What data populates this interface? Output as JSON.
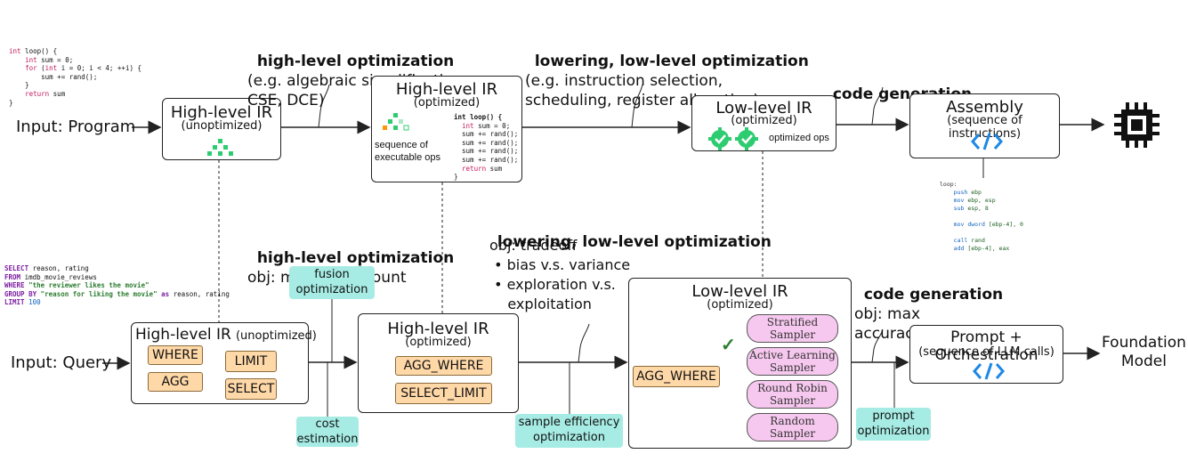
{
  "top": {
    "input_label": "Input: Program",
    "code_lines": [
      [
        "int loop() {"
      ],
      [
        "    int sum = 0;"
      ],
      [
        "    for (int i = 0; i < 4; ++i) {"
      ],
      [
        "        sum += rand();"
      ],
      [
        "    }"
      ],
      [
        "    return sum"
      ],
      [
        "}"
      ]
    ],
    "hl_unopt": {
      "title": "High-level IR",
      "sub": "(unoptimized)"
    },
    "anno1": {
      "title": "high-level optimization",
      "lines": "(e.g. algebraic simplification,\nCSE, DCE)"
    },
    "hl_opt": {
      "title": "High-level IR",
      "sub": "(optimized)",
      "ops_label": "sequence of\nexecutable ops",
      "code": "int loop() {\n  int sum = 0;\n  sum += rand();\n  sum += rand();\n  sum += rand();\n  sum += rand();\n  return sum\n}"
    },
    "anno2": {
      "title": "lowering, low-level optimization",
      "lines": "(e.g. instruction selection,\nscheduling, register allocation)"
    },
    "ll_opt": {
      "title": "Low-level IR",
      "sub": "(optimized)",
      "ops_label": "optimized ops"
    },
    "anno3": {
      "title": "code generation"
    },
    "assembly": {
      "title": "Assembly",
      "sub": "(sequence of instructions)"
    },
    "asm_code": "loop:\n    push ebp\n    mov ebp, esp\n    sub esp, 8\n\n    mov dword [ebp-4], 0\n\n    call rand\n    add [ebp-4], eax"
  },
  "bottom": {
    "input_label": "Input: Query",
    "sql": {
      "l1_kw": "SELECT",
      "l1": " reason, rating",
      "l2_kw": "FROM",
      "l2": " imdb_movie_reviews",
      "l3_kw": "WHERE",
      "l3": " \"the reviewer likes the movie\"",
      "l4_kw": "GROUP BY",
      "l4": " \"reason for liking the movie\"",
      "l4_as": " as",
      "l4_end": " reason, rating",
      "l5_kw": "LIMIT",
      "l5": " 100"
    },
    "anno1": {
      "title": "high-level optimization",
      "sub": "obj: min token_count"
    },
    "fusion": "fusion\noptimization",
    "cost": "cost\nestimation",
    "hl_unopt": {
      "title": "High-level IR",
      "sub": "(unoptimized)",
      "ops": [
        "WHERE",
        "AGG",
        "LIMIT",
        "SELECT"
      ]
    },
    "hl_opt": {
      "title": "High-level IR",
      "sub": "(optimized)",
      "ops": [
        "AGG_WHERE",
        "SELECT_LIMIT"
      ]
    },
    "anno2": {
      "title": "lowering, low-level optimization",
      "lines": "obj: tradeoff\n • bias v.s. variance\n • exploration v.s.\n    exploitation"
    },
    "sample_eff": "sample efficiency\noptimization",
    "ll_opt": {
      "title": "Low-level IR",
      "sub": "(optimized)",
      "op": "AGG_WHERE",
      "samplers": [
        "Stratified\nSampler",
        "Active Learning\nSampler",
        "Round Robin\nSampler",
        "Random\nSampler"
      ]
    },
    "check": "✓",
    "anno3": {
      "title": "code generation",
      "lines": "obj: max\naccuracy | FM"
    },
    "prompt_opt": "prompt\noptimization",
    "prompt": {
      "title": "Prompt + Orchestration",
      "sub": "(sequence of LLM calls)"
    },
    "output": "Foundation\nModel"
  },
  "colors": {
    "accent_green": "#2ecc71",
    "teal": "#a6ece4",
    "orange": "#ffd8a8",
    "pink": "#f7c8ef",
    "code_blue": "#1e88e5"
  }
}
